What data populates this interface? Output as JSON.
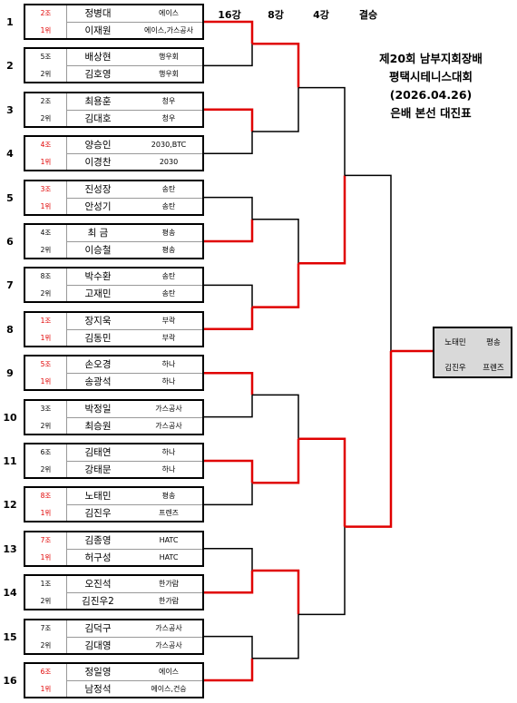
{
  "rounds": [
    "16강",
    "8강",
    "4강",
    "결승"
  ],
  "title_lines": [
    "제20회 남부지회장배",
    "평택시테니스대회",
    "(2026.04.26)",
    "은배 본선 대진표"
  ],
  "matches": [
    {
      "seed": "1",
      "top": {
        "rank": "2조",
        "name": "정병대",
        "club": "에이스"
      },
      "bot": {
        "rank": "1위",
        "name": "이재원",
        "club": "에이스,가스공사"
      }
    },
    {
      "seed": "2",
      "top": {
        "rank": "5조",
        "name": "배상현",
        "club": "행우회"
      },
      "bot": {
        "rank": "2위",
        "name": "김호영",
        "club": "행우회"
      }
    },
    {
      "seed": "3",
      "top": {
        "rank": "2조",
        "name": "최용훈",
        "club": "청우"
      },
      "bot": {
        "rank": "2위",
        "name": "김대호",
        "club": "청우"
      }
    },
    {
      "seed": "4",
      "top": {
        "rank": "4조",
        "name": "양승인",
        "club": "2030,BTC"
      },
      "bot": {
        "rank": "1위",
        "name": "이경찬",
        "club": "2030"
      }
    },
    {
      "seed": "5",
      "top": {
        "rank": "3조",
        "name": "진성장",
        "club": "송탄"
      },
      "bot": {
        "rank": "1위",
        "name": "안성기",
        "club": "송탄"
      }
    },
    {
      "seed": "6",
      "top": {
        "rank": "4조",
        "name": "최 금",
        "club": "평송"
      },
      "bot": {
        "rank": "2위",
        "name": "이승철",
        "club": "평송"
      }
    },
    {
      "seed": "7",
      "top": {
        "rank": "8조",
        "name": "박수환",
        "club": "송탄"
      },
      "bot": {
        "rank": "2위",
        "name": "고재민",
        "club": "송탄"
      }
    },
    {
      "seed": "8",
      "top": {
        "rank": "1조",
        "name": "장지욱",
        "club": "부락"
      },
      "bot": {
        "rank": "1위",
        "name": "김동민",
        "club": "부락"
      }
    },
    {
      "seed": "9",
      "top": {
        "rank": "5조",
        "name": "손오경",
        "club": "하나"
      },
      "bot": {
        "rank": "1위",
        "name": "송광석",
        "club": "하나"
      }
    },
    {
      "seed": "10",
      "top": {
        "rank": "3조",
        "name": "박정일",
        "club": "가스공사"
      },
      "bot": {
        "rank": "2위",
        "name": "최승원",
        "club": "가스공사"
      }
    },
    {
      "seed": "11",
      "top": {
        "rank": "6조",
        "name": "김태연",
        "club": "하나"
      },
      "bot": {
        "rank": "2위",
        "name": "강태문",
        "club": "하나"
      }
    },
    {
      "seed": "12",
      "top": {
        "rank": "8조",
        "name": "노태민",
        "club": "평송"
      },
      "bot": {
        "rank": "1위",
        "name": "김진우",
        "club": "프렌즈"
      }
    },
    {
      "seed": "13",
      "top": {
        "rank": "7조",
        "name": "김종영",
        "club": "HATC"
      },
      "bot": {
        "rank": "1위",
        "name": "허구성",
        "club": "HATC"
      }
    },
    {
      "seed": "14",
      "top": {
        "rank": "1조",
        "name": "오진석",
        "club": "한가람"
      },
      "bot": {
        "rank": "2위",
        "name": "김진우2",
        "club": "한가람"
      }
    },
    {
      "seed": "15",
      "top": {
        "rank": "7조",
        "name": "김덕구",
        "club": "가스공사"
      },
      "bot": {
        "rank": "2위",
        "name": "김대영",
        "club": "가스공사"
      }
    },
    {
      "seed": "16",
      "top": {
        "rank": "6조",
        "name": "정일영",
        "club": "에이스"
      },
      "bot": {
        "rank": "1위",
        "name": "남정석",
        "club": "에이스,건승"
      }
    }
  ],
  "red_ranks": [
    0,
    3,
    4,
    7,
    8,
    11,
    12,
    15
  ],
  "red_rank_bottom": [
    0,
    3,
    4,
    7,
    8,
    11,
    12,
    15
  ],
  "finalist": {
    "players": [
      {
        "name": "노태민",
        "club": "평송"
      },
      {
        "name": "김진우",
        "club": "프렌즈"
      }
    ]
  },
  "colors": {
    "win_line": "#e00000",
    "line": "#000000",
    "final_bg": "#d9d9d9"
  }
}
